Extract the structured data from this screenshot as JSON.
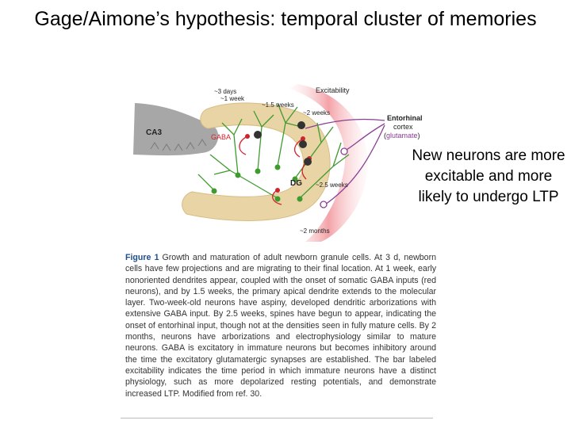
{
  "title": "Gage/Aimone’s hypothesis: temporal cluster of memories",
  "side_note": "New neurons are more excitable and more likely to undergo LTP",
  "figure": {
    "labels": {
      "ca3": "CA3",
      "dg": "DG",
      "gaba": "GABA",
      "excitability": "Excitability",
      "entorhinal_line1": "Entorhinal",
      "entorhinal_line2": "cortex",
      "glutamate_open": "(",
      "glutamate": "glutamate",
      "glutamate_close": ")",
      "t_3days": "~3 days",
      "t_1week": "~1 week",
      "t_1_5weeks": "~1.5 weeks",
      "t_2weeks": "~2 weeks",
      "t_2_5weeks": "~2.5 weeks",
      "t_2months": "~2 months"
    },
    "colors": {
      "excitability_band": "#f3a3a8",
      "granule_layer": "#e8d3a6",
      "ca3": "#9e9e9e",
      "neuron_green": "#3f9b2f",
      "gaba_red": "#d2222d",
      "entorhinal_purple": "#8a3f94"
    }
  },
  "caption": {
    "label": "Figure 1",
    "text": "Growth and maturation of adult newborn granule cells. At 3 d, newborn cells have few projections and are migrating to their final location. At 1 week, early nonoriented dendrites appear, coupled with the onset of somatic GABA inputs (red neurons), and by 1.5 weeks, the primary apical dendrite extends to the molecular layer. Two-week-old neurons have aspiny, developed dendritic arborizations with extensive GABA input. By 2.5 weeks, spines have begun to appear, indicating the onset of entorhinal input, though not at the densities seen in fully mature cells. By 2 months, neurons have arborizations and electrophysiology similar to mature neurons. GABA is excitatory in immature neurons but becomes inhibitory around the time the excitatory glutamatergic synapses are established. The bar labeled excitability indicates the time period in which immature neurons have a distinct physiology, such as more depolarized resting potentials, and demonstrate increased LTP. Modified from ref. 30."
  }
}
